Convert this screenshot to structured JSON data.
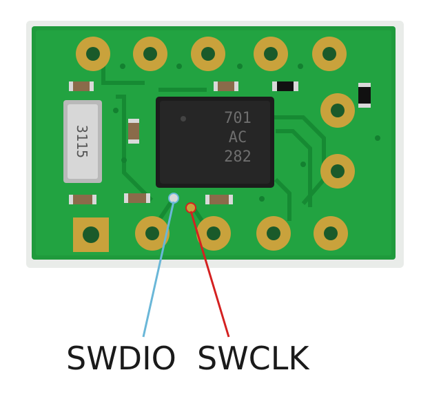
{
  "board": {
    "crystal_marking": "3115",
    "chip_marking_line1": "701",
    "chip_marking_line2": "AC",
    "chip_marking_line3": "282"
  },
  "labels": {
    "swdio": "SWDIO",
    "swclk": "SWCLK"
  },
  "colors": {
    "pcb": "#1f9a3c",
    "pcb_dark": "#137a2b",
    "pad_gold": "#c9a23c",
    "chip": "#1c1c1c",
    "swdio_line": "#6ab7d8",
    "swclk_line": "#d42020"
  }
}
